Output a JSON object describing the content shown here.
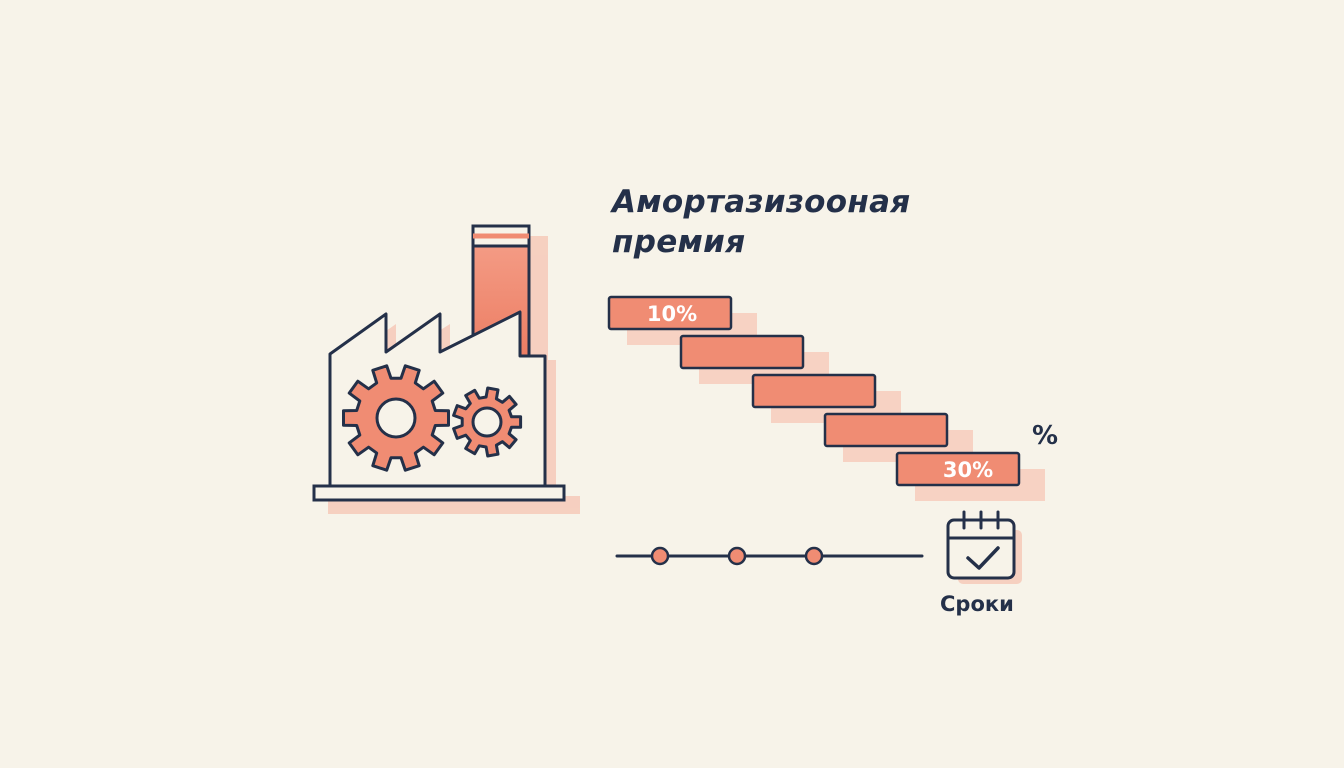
{
  "title_lines": [
    "Амортазизооная",
    "премия"
  ],
  "steps": [
    {
      "label": "10%"
    },
    {
      "label": ""
    },
    {
      "label": ""
    },
    {
      "label": ""
    },
    {
      "label": "30%"
    }
  ],
  "percent_symbol": "%",
  "deadline_label": "Сроки",
  "icons": {
    "factory": "factory-icon",
    "large_gear": "gear-icon",
    "small_gear": "gear-icon",
    "calendar": "calendar-check-icon"
  },
  "colors": {
    "background": "#f7f3e9",
    "ink": "#243049",
    "accent": "#f08c73",
    "shadow": "#f6c9b9"
  }
}
